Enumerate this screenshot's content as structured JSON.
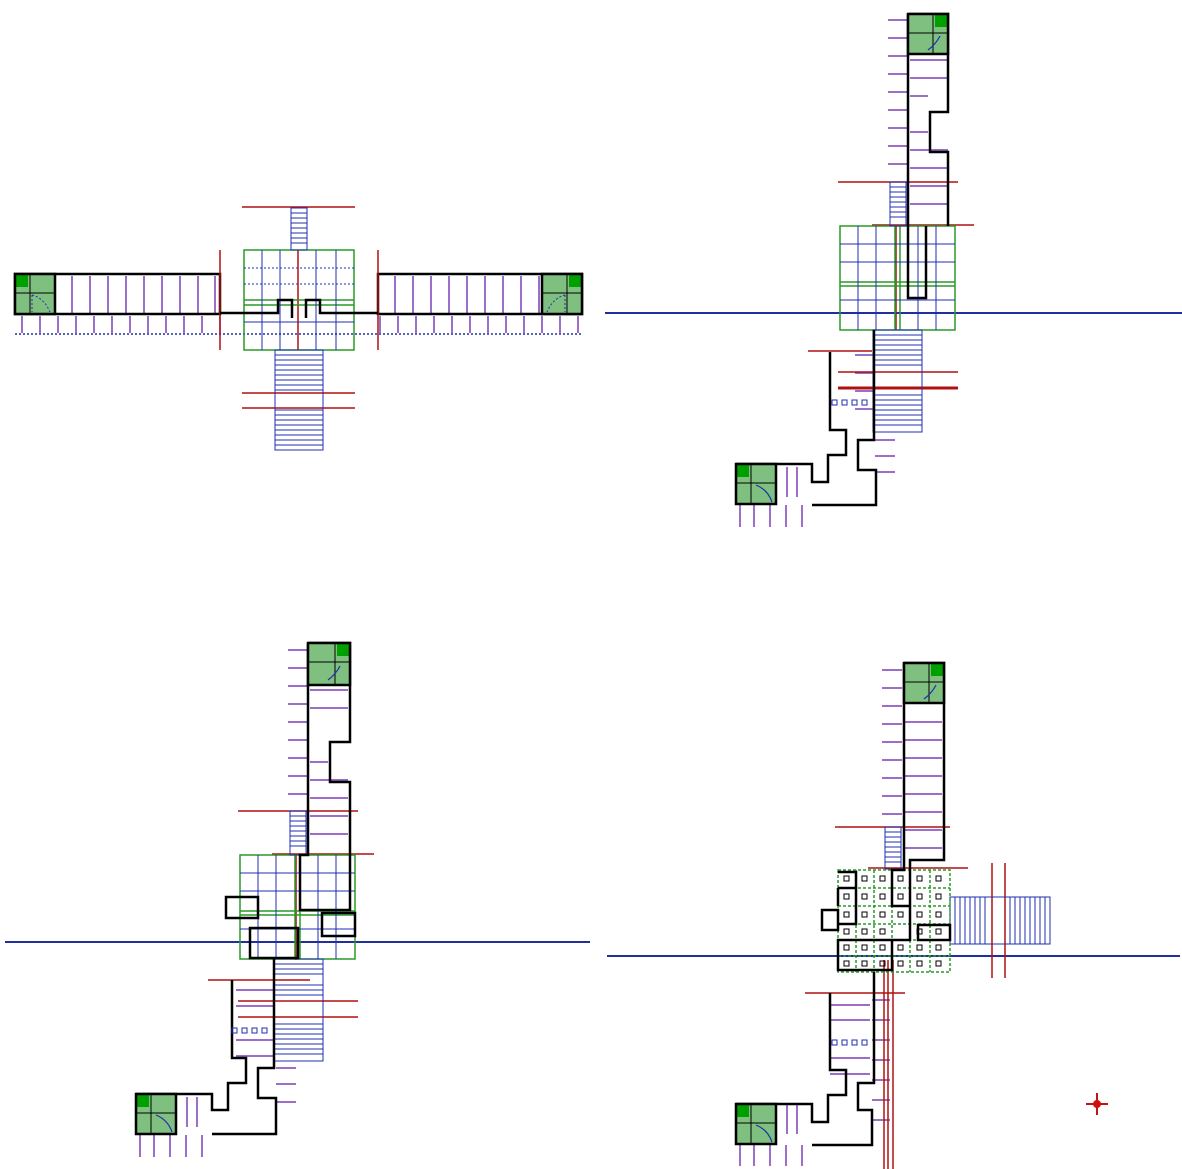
{
  "colors": {
    "background": "#ffffff",
    "wall": "#000000",
    "room_fill": "#7fbf7f",
    "room_corner": "#00a000",
    "grid_green": "#2a9a2a",
    "stairs_blue": "#1f2fb0",
    "axis_blue": "#1f2fa0",
    "section_red": "#b01010",
    "rung_purple": "#7b3fb8",
    "marker_red": "#cc1010"
  },
  "panels": [
    {
      "name": "cross-layout-plan",
      "orientation": "horizontal"
    },
    {
      "name": "vertical-layout-plan-a",
      "orientation": "vertical"
    },
    {
      "name": "vertical-layout-plan-b",
      "orientation": "vertical"
    },
    {
      "name": "vertical-layout-plan-c",
      "orientation": "vertical"
    }
  ],
  "icons": {
    "target_marker": "crosshair-marker-icon"
  }
}
